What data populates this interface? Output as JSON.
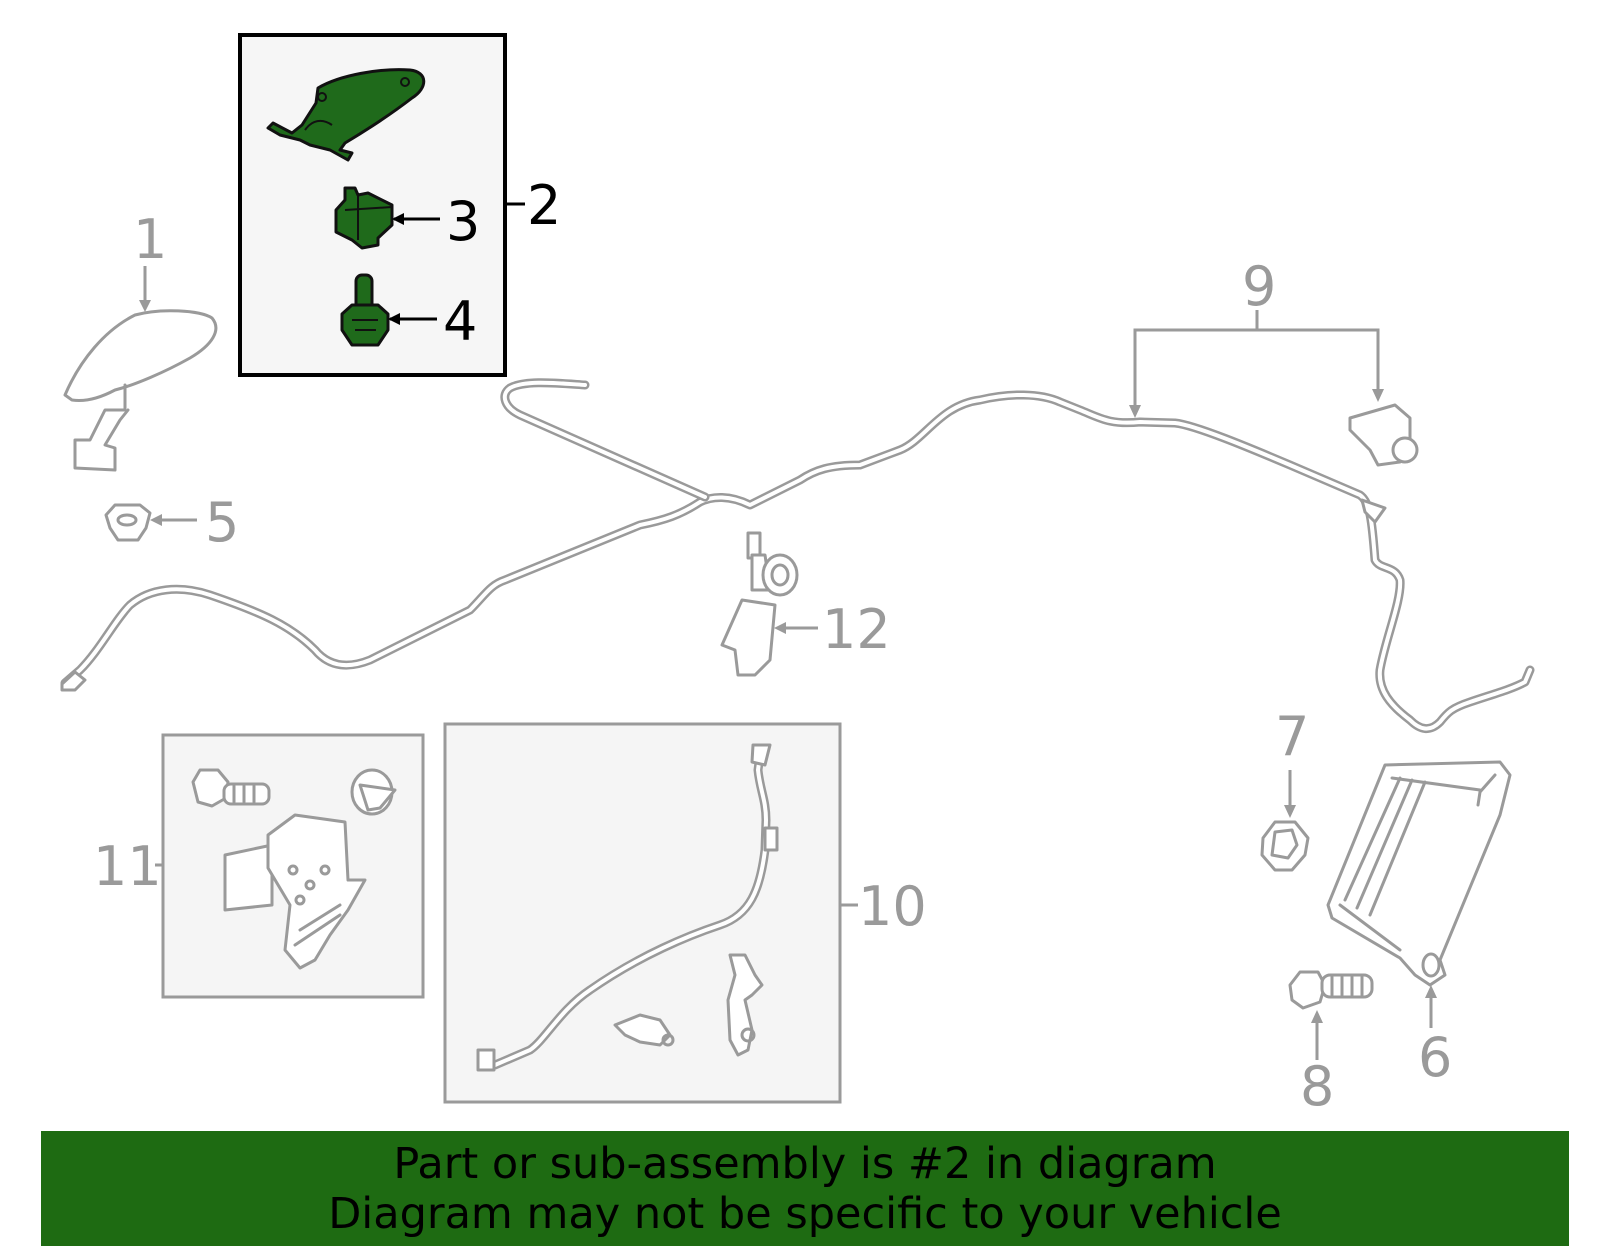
{
  "callouts": {
    "c1": "1",
    "c2": "2",
    "c3": "3",
    "c4": "4",
    "c5": "5",
    "c6": "6",
    "c7": "7",
    "c8": "8",
    "c9": "9",
    "c10": "10",
    "c11": "11",
    "c12": "12"
  },
  "highlighted_part": "2",
  "banner": {
    "line1": "Part or sub-assembly is #2 in diagram",
    "line2": "Diagram may not be specific to your vehicle"
  },
  "colors": {
    "banner_bg": "#1e6b12",
    "highlight_part": "#1f6a1b",
    "line_gray": "#9a9a9a",
    "box_bg": "#f5f5f5"
  },
  "icons": {
    "antenna": "shark-fin-antenna-icon",
    "connector": "connector-icon",
    "bolt": "bolt-icon",
    "nut": "nut-icon",
    "cable": "antenna-cable-icon",
    "module": "control-module-icon",
    "bracket": "bracket-icon",
    "sensor": "sensor-icon"
  }
}
